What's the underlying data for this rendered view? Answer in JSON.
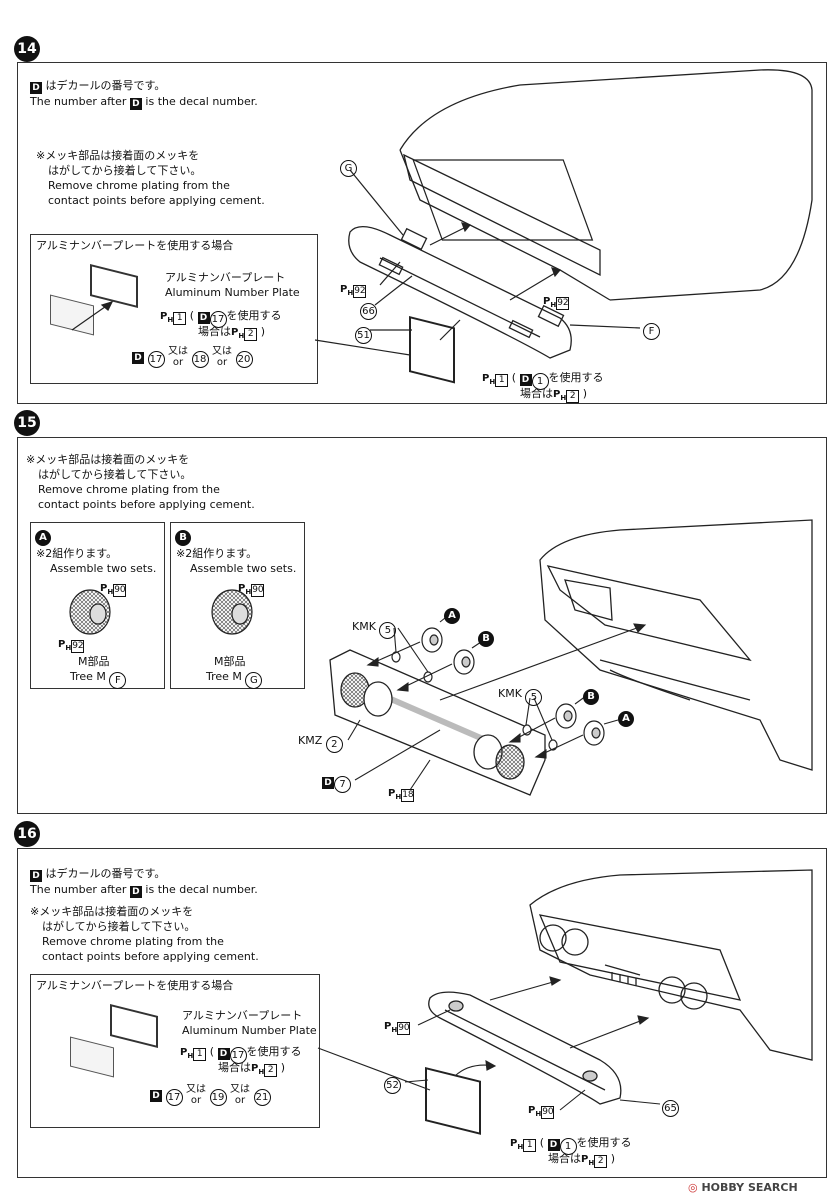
{
  "steps": {
    "s14": {
      "num": "14",
      "decal_jp": "はデカールの番号です。",
      "decal_en_a": "The number after",
      "decal_en_b": "is the decal number.",
      "chrome_jp1": "※メッキ部品は接着面のメッキを",
      "chrome_jp2": "はがしてから接着して下さい。",
      "chrome_en1": "Remove chrome plating from the",
      "chrome_en2": "contact points before applying cement.",
      "alum_title": "アルミナンバープレートを使用する場合",
      "alum_jp": "アルミナンバープレート",
      "alum_en": "Aluminum Number Plate",
      "ph1": "1",
      "d17": "17",
      "use_jp": "を使用する",
      "case_jp": "場合は",
      "ph2": "2",
      "d_alt1": "17",
      "or_jp": "又は",
      "or_en": "or",
      "d_alt2": "18",
      "d_alt3": "20",
      "partG": "G",
      "partF": "F",
      "ph92a": "92",
      "ph92b": "92",
      "p66": "66",
      "p51": "51",
      "ph1b": "1",
      "d1": "1",
      "ph2b": "2"
    },
    "s15": {
      "num": "15",
      "chrome_jp1": "※メッキ部品は接着面のメッキを",
      "chrome_jp2": "はがしてから接着して下さい。",
      "chrome_en1": "Remove chrome plating from the",
      "chrome_en2": "contact points before applying cement.",
      "boxA": {
        "label": "A",
        "jp": "※2組作ります。",
        "en": "Assemble two sets.",
        "ph90": "90",
        "ph92": "92",
        "tree_jp": "M部品",
        "tree_en": "Tree M",
        "part": "F"
      },
      "boxB": {
        "label": "B",
        "jp": "※2組作ります。",
        "en": "Assemble two sets.",
        "ph90": "90",
        "tree_jp": "M部品",
        "tree_en": "Tree M",
        "part": "G"
      },
      "kmk1": "KMK",
      "kmk1n": "5",
      "kmk2": "KMK",
      "kmk2n": "5",
      "kmz": "KMZ",
      "kmzn": "2",
      "d7": "7",
      "ph18": "18",
      "markA": "A",
      "markB": "B"
    },
    "s16": {
      "num": "16",
      "decal_jp": "はデカールの番号です。",
      "decal_en_a": "The number after",
      "decal_en_b": "is the decal number.",
      "chrome_jp1": "※メッキ部品は接着面のメッキを",
      "chrome_jp2": "はがしてから接着して下さい。",
      "chrome_en1": "Remove chrome plating from the",
      "chrome_en2": "contact points before applying cement.",
      "alum_title": "アルミナンバープレートを使用する場合",
      "alum_jp": "アルミナンバープレート",
      "alum_en": "Aluminum Number Plate",
      "ph1": "1",
      "d17": "17",
      "use_jp": "を使用する",
      "case_jp": "場合は",
      "ph2": "2",
      "d_alt1": "17",
      "or_jp": "又は",
      "or_en": "or",
      "d_alt2": "19",
      "d_alt3": "21",
      "ph90a": "90",
      "ph90b": "90",
      "p52": "52",
      "p65": "65",
      "ph1b": "1",
      "d1": "1",
      "ph2b": "2"
    }
  },
  "labels": {
    "D": "D",
    "PH": "P",
    "PH_sub": "H"
  },
  "watermark": "HOBBY SEARCH"
}
